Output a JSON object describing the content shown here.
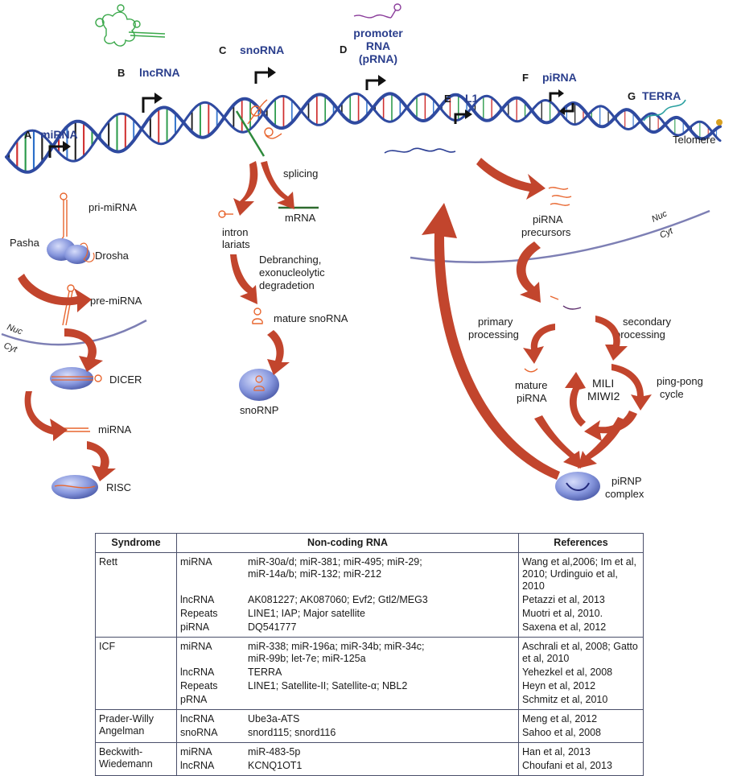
{
  "sections": [
    {
      "letter": "A",
      "title": "miRNA"
    },
    {
      "letter": "B",
      "title": "lncRNA"
    },
    {
      "letter": "C",
      "title": "snoRNA"
    },
    {
      "letter": "D",
      "title": "promoter RNA (pRNA)",
      "title_lines": [
        "promoter",
        "RNA",
        "(pRNA)"
      ]
    },
    {
      "letter": "E",
      "title": "L1"
    },
    {
      "letter": "F",
      "title": "piRNA"
    },
    {
      "letter": "G",
      "title": "TERRA"
    }
  ],
  "telomere_label": "Telomere",
  "mirna_pathway": {
    "pri": "pri-miRNA",
    "pasha": "Pasha",
    "drosha": "Drosha",
    "pre": "pre-miRNA",
    "nuc": "Nuc",
    "cyt": "Cyt",
    "dicer": "DICER",
    "mirna": "miRNA",
    "risc": "RISC"
  },
  "snorna_pathway": {
    "splicing": "splicing",
    "intron_lariats": [
      "intron",
      "lariats"
    ],
    "mrna": "mRNA",
    "debranching": [
      "Debranching,",
      "exonucleolytic",
      "degradetion"
    ],
    "mature": "mature snoRNA",
    "snornp": "snoRNP"
  },
  "pirna_pathway": {
    "precursors": [
      "piRNA",
      "precursors"
    ],
    "nuc": "Nuc",
    "cyt": "Cyt",
    "primary": [
      "primary",
      "processing"
    ],
    "secondary": [
      "secondary",
      "processing"
    ],
    "mature": [
      "mature",
      "piRNA"
    ],
    "mili": [
      "MILI",
      "MIWI2"
    ],
    "pingpong": [
      "ping-pong",
      "cycle"
    ],
    "pirnp": [
      "piRNP",
      "complex"
    ]
  },
  "colors": {
    "helix": "#2f4aa0",
    "arrow_red": "#c2452d",
    "rna_orange": "#e8662f",
    "protein": "#7f8fd8",
    "title_blue": "#2a3e8c"
  },
  "table": {
    "headers": [
      "Syndrome",
      "Non-coding RNA",
      "References"
    ],
    "groups": [
      {
        "syndrome": [
          "Rett"
        ],
        "rows": [
          {
            "type": "miRNA",
            "items": [
              "miR-30a/d; miR-381; miR-495; miR-29;",
              "miR-14a/b; miR-132; miR-212"
            ],
            "refs": [
              "Wang et al,2006; Im et al,",
              "2010; Urdinguio et al, 2010"
            ]
          },
          {
            "type": "lncRNA",
            "items": [
              "AK081227; AK087060; Evf2; Gtl2/MEG3"
            ],
            "refs": [
              "Petazzi et al, 2013"
            ]
          },
          {
            "type": "Repeats",
            "items": [
              "LINE1; IAP; Major satellite"
            ],
            "refs": [
              "Muotri et al, 2010."
            ]
          },
          {
            "type": "piRNA",
            "items": [
              "DQ541777"
            ],
            "refs": [
              "Saxena et al, 2012"
            ]
          }
        ]
      },
      {
        "syndrome": [
          "ICF"
        ],
        "rows": [
          {
            "type": "miRNA",
            "items": [
              "miR-338; miR-196a; miR-34b; miR-34c;",
              "miR-99b; let-7e; miR-125a"
            ],
            "refs": [
              "Aschrali et al, 2008; Gatto",
              "et al, 2010"
            ]
          },
          {
            "type": "lncRNA",
            "items": [
              "TERRA"
            ],
            "refs": [
              "Yehezkel et al, 2008"
            ]
          },
          {
            "type": "Repeats",
            "items": [
              "LINE1; Satellite-II; Satellite-α; NBL2"
            ],
            "refs": [
              "Heyn et al, 2012"
            ]
          },
          {
            "type": "pRNA",
            "items": [
              ""
            ],
            "refs": [
              "Schmitz et al, 2010"
            ]
          }
        ]
      },
      {
        "syndrome": [
          "Prader-Willy",
          "Angelman"
        ],
        "rows": [
          {
            "type": "lncRNA",
            "items": [
              "Ube3a-ATS"
            ],
            "refs": [
              "Meng et al, 2012"
            ]
          },
          {
            "type": "snoRNA",
            "items": [
              "snord115; snord116"
            ],
            "refs": [
              "Sahoo et al, 2008"
            ]
          }
        ]
      },
      {
        "syndrome": [
          "Beckwith-",
          "Wiedemann"
        ],
        "rows": [
          {
            "type": "miRNA",
            "items": [
              "miR-483-5p"
            ],
            "refs": [
              "Han et al, 2013"
            ]
          },
          {
            "type": "lncRNA",
            "items": [
              "KCNQ1OT1"
            ],
            "refs": [
              "Choufani et al, 2013"
            ]
          }
        ]
      }
    ]
  }
}
